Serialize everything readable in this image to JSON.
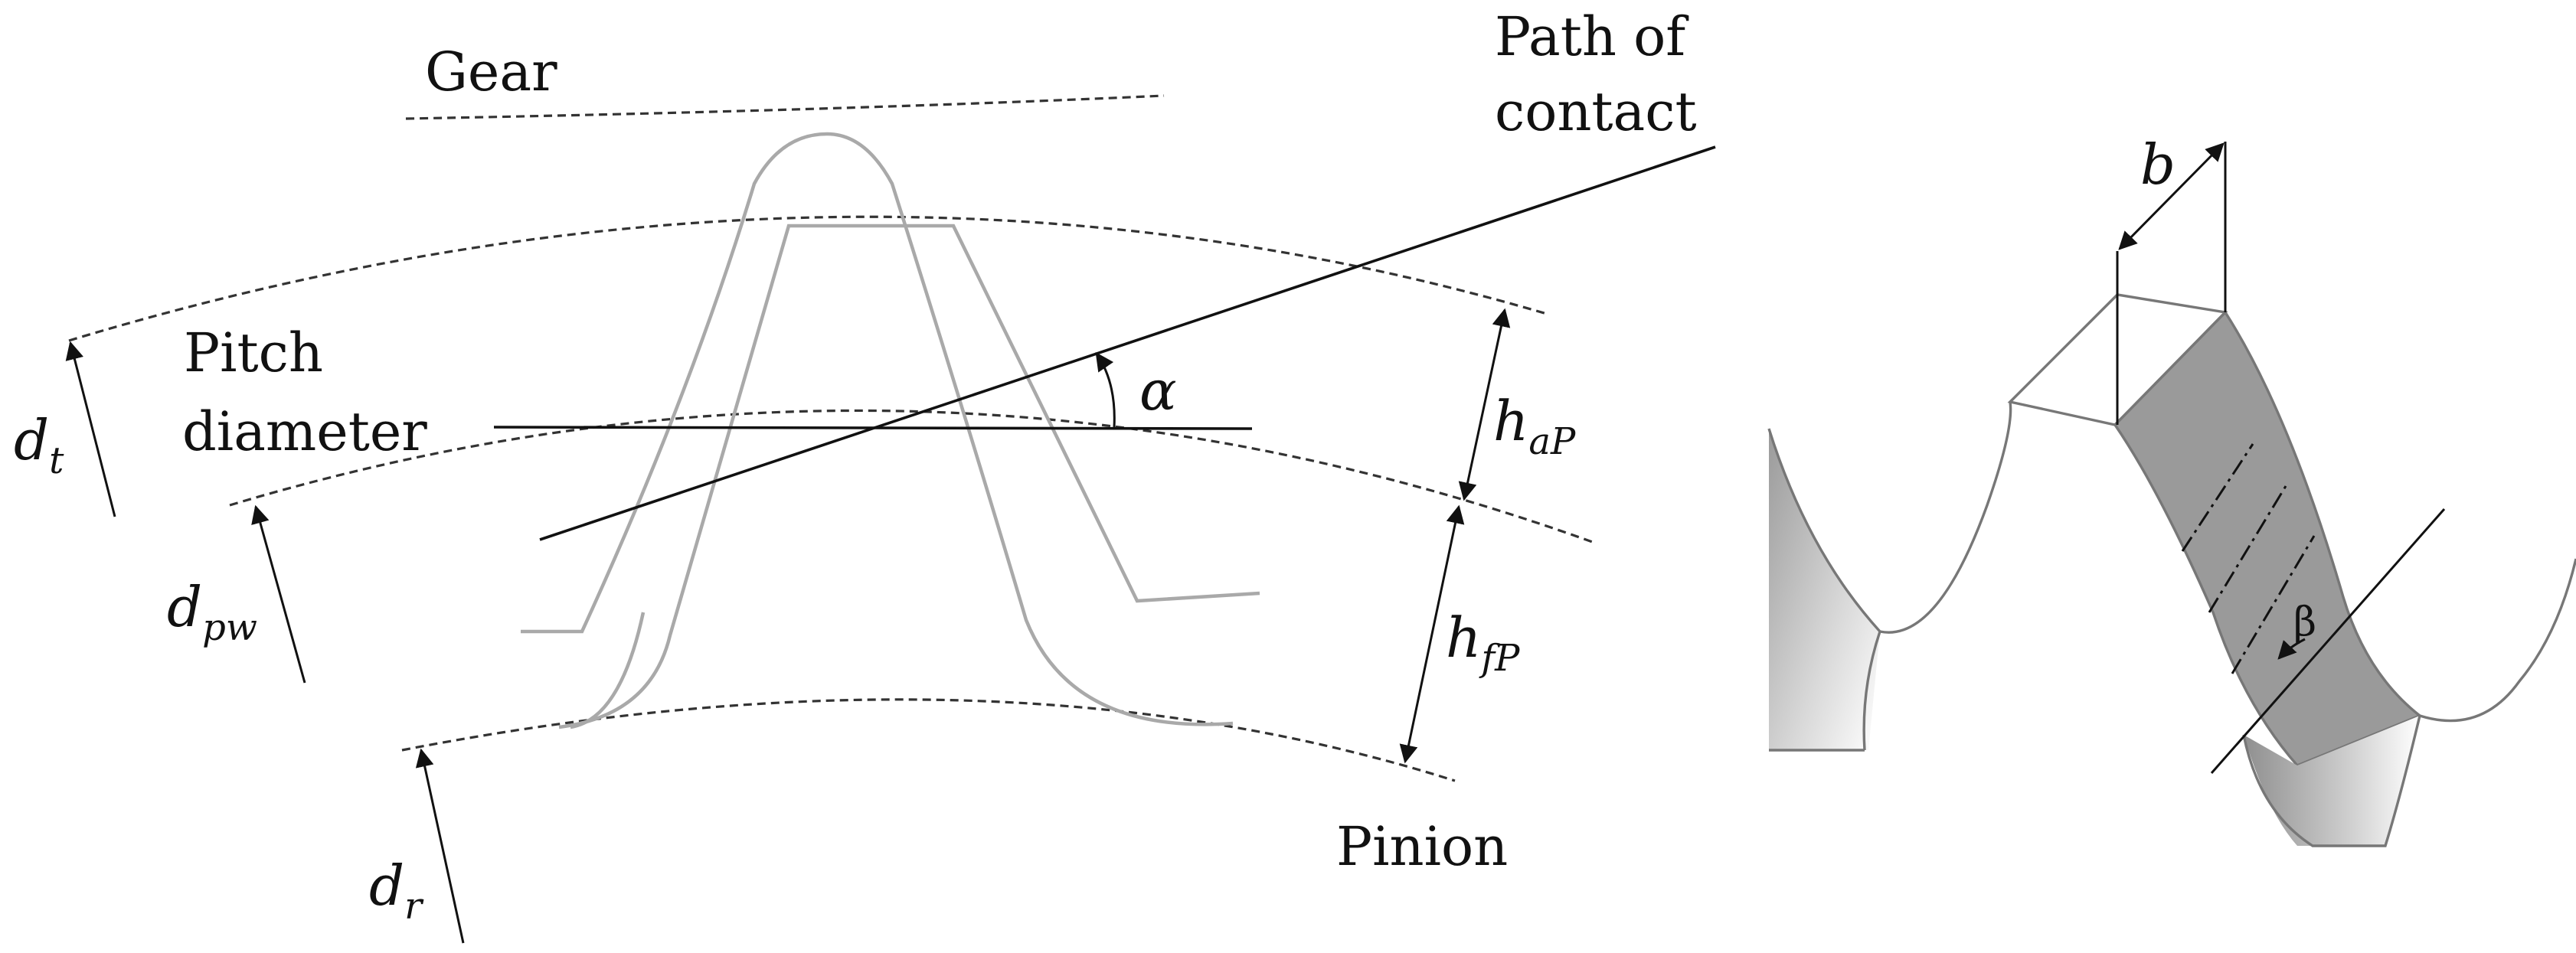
{
  "labels": {
    "gear": "Gear",
    "path_of_contact_line1": "Path of",
    "path_of_contact_line2": "contact",
    "pitch_line1": "Pitch",
    "pitch_line2": "diameter",
    "pinion": "Pinion",
    "alpha": "α",
    "beta": "β",
    "b": "b",
    "d_t": "d",
    "d_t_sub": "t",
    "d_pw": "d",
    "d_pw_sub": "pw",
    "d_r": "d",
    "d_r_sub": "r",
    "h_aP": "h",
    "h_aP_sub": "aP",
    "h_fP": "h",
    "h_fP_sub": "fP"
  },
  "colors": {
    "ink": "#111111",
    "tooth_outline": "#a9a9a9",
    "helix_face": "#9a9a9a"
  }
}
